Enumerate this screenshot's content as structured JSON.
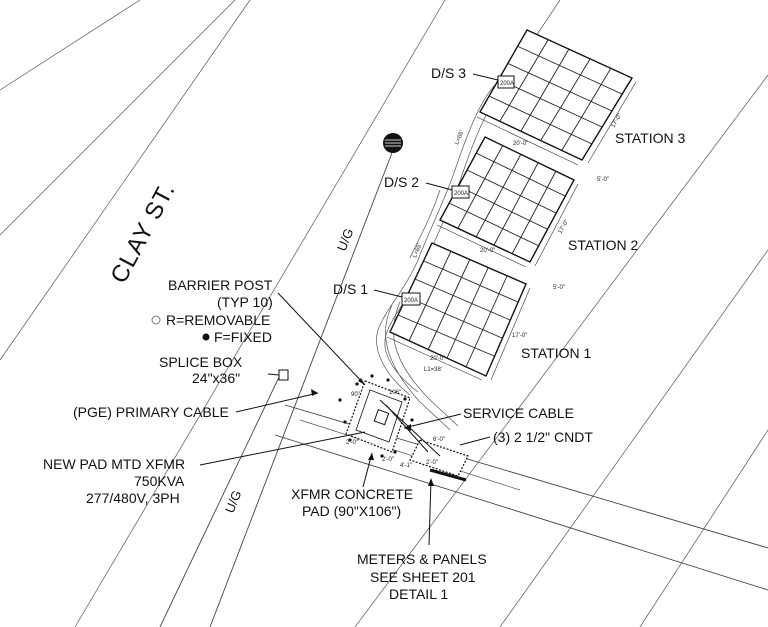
{
  "street": {
    "name": "CLAY ST.",
    "ug_top": "U/G",
    "ug_bottom": "U/G"
  },
  "stations": [
    {
      "label": "STATION 3",
      "ds": "D/S 3",
      "amp": "200A",
      "width_dim": "20'-0\"",
      "depth_dim": "17'-0\""
    },
    {
      "label": "STATION 2",
      "ds": "D/S 2",
      "amp": "200A",
      "width_dim": "20'-0\"",
      "depth_dim": "17'-0\""
    },
    {
      "label": "STATION 1",
      "ds": "D/S 1",
      "amp": "200A",
      "width_dim": "20'-0\"",
      "depth_dim": "17'-0\""
    }
  ],
  "spacing_dims": {
    "between_3_2": "5'-0\"",
    "between_2_1": "5'-0\"",
    "run_3": "L=65'",
    "run_2": "L=65'",
    "run_1": "L1=38'"
  },
  "callouts": {
    "barrier_post": {
      "line1": "BARRIER POST",
      "line2": "(TYP 10)",
      "legend_removable": "R=REMOVABLE",
      "legend_fixed": "F=FIXED"
    },
    "splice_box": {
      "line1": "SPLICE BOX",
      "line2": "24\"x36\""
    },
    "primary_cable": "(PGE) PRIMARY CABLE",
    "xfmr": {
      "line1": "NEW PAD MTD XFMR",
      "line2": "750KVA",
      "line3": "277/480V, 3PH"
    },
    "xfmr_pad": {
      "line1": "XFMR CONCRETE",
      "line2": "PAD (90\"X106\")"
    },
    "service_cable": {
      "line1": "SERVICE CABLE",
      "line2": "(3) 2 1/2\" CNDT"
    },
    "meters": {
      "line1": "METERS & PANELS",
      "line2": "SEE SHEET 201",
      "line3": "DETAIL 1"
    }
  },
  "pad_dims": {
    "top_a": "90\"",
    "top_b": "106\"",
    "side_a": "2'-0\"",
    "side_b": "2'-0\"",
    "meter_a": "4'-1\"",
    "meter_b": "2'-0\"",
    "meter_c": "6'-0\""
  },
  "colors": {
    "ink": "#111111",
    "background": "#ffffff",
    "linework": "#444444"
  }
}
